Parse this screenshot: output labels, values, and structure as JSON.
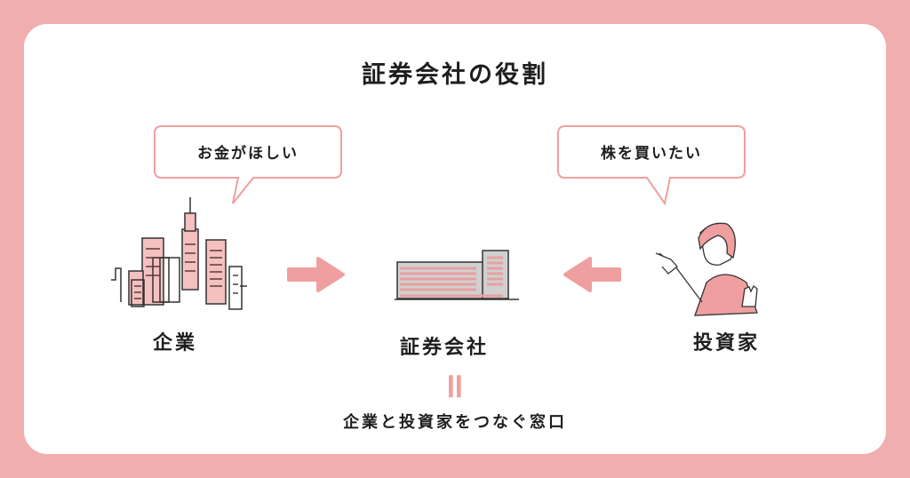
{
  "title": "証券会社の役割",
  "company": {
    "speech": "お金がほしい",
    "label": "企業"
  },
  "securities": {
    "label": "証券会社"
  },
  "investor": {
    "speech": "株を買いたい",
    "label": "投資家"
  },
  "equals_symbol": "=",
  "summary": "企業と投資家をつなぐ窓口",
  "colors": {
    "background": "#f0aeae",
    "accent": "#ef9f9f",
    "text": "#1e1e1e"
  }
}
